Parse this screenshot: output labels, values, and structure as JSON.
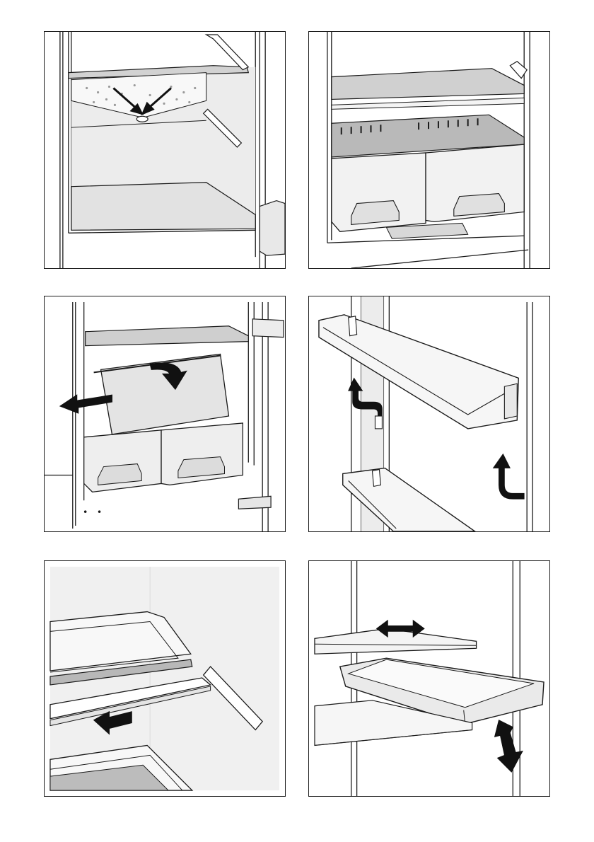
{
  "page": {
    "type": "appliance-manual-illustration-page",
    "panels": [
      {
        "id": "p1",
        "name": "defrost-water-drain-illustration"
      },
      {
        "id": "p2",
        "name": "crisper-drawers-illustration"
      },
      {
        "id": "p3",
        "name": "remove-crisper-cover-illustration"
      },
      {
        "id": "p4",
        "name": "door-shelf-removal-illustration"
      },
      {
        "id": "p5",
        "name": "shelf-insert-illustration"
      },
      {
        "id": "p6",
        "name": "sliding-tray-illustration"
      }
    ]
  },
  "colors": {
    "line": "#1a1a1a",
    "shade": "#e6e6e6",
    "shade_dark": "#b4b4b4",
    "glass": "#c8c8c8",
    "arrow": "#111111"
  }
}
